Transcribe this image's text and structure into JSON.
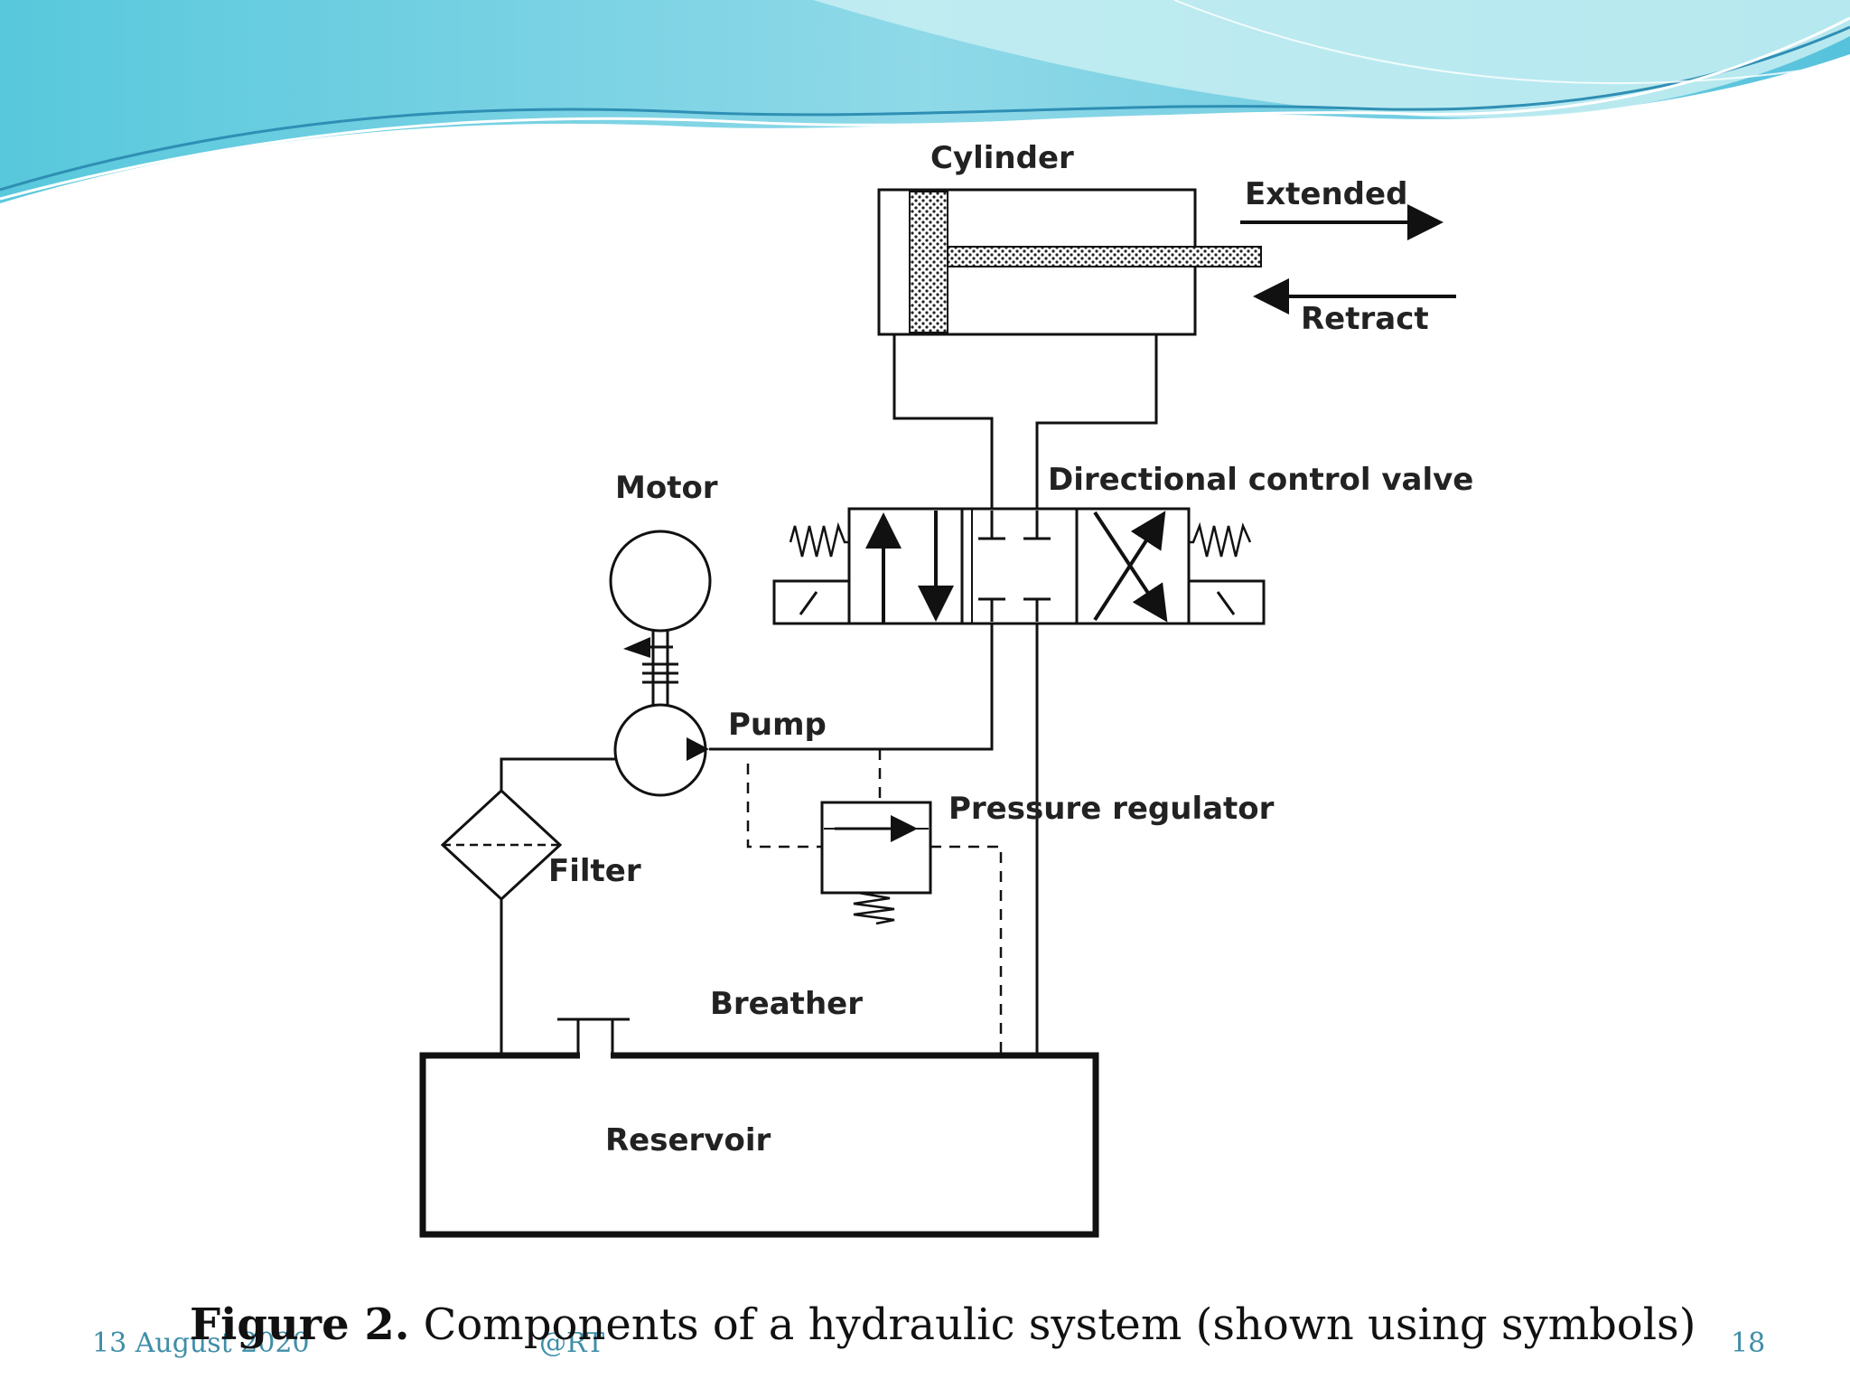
{
  "diagram": {
    "labels": {
      "cylinder": "Cylinder",
      "extended": "Extended",
      "retract": "Retract",
      "motor": "Motor",
      "directional_control_valve": "Directional control valve",
      "pump": "Pump",
      "pressure_regulator": "Pressure regulator",
      "filter": "Filter",
      "breather": "Breather",
      "reservoir": "Reservoir"
    }
  },
  "caption": {
    "prefix": "Figure 2.",
    "text": " Components of a hydraulic system (shown using symbols)"
  },
  "footer": {
    "date": "13 August 2020",
    "author": "@RT",
    "page": "18"
  },
  "theme": {
    "wave_light": "#bfeef0",
    "wave_mid": "#7fd6e6",
    "wave_dark": "#3fb6d4",
    "footer_text": "#3f8ea8",
    "line": "#111111"
  }
}
